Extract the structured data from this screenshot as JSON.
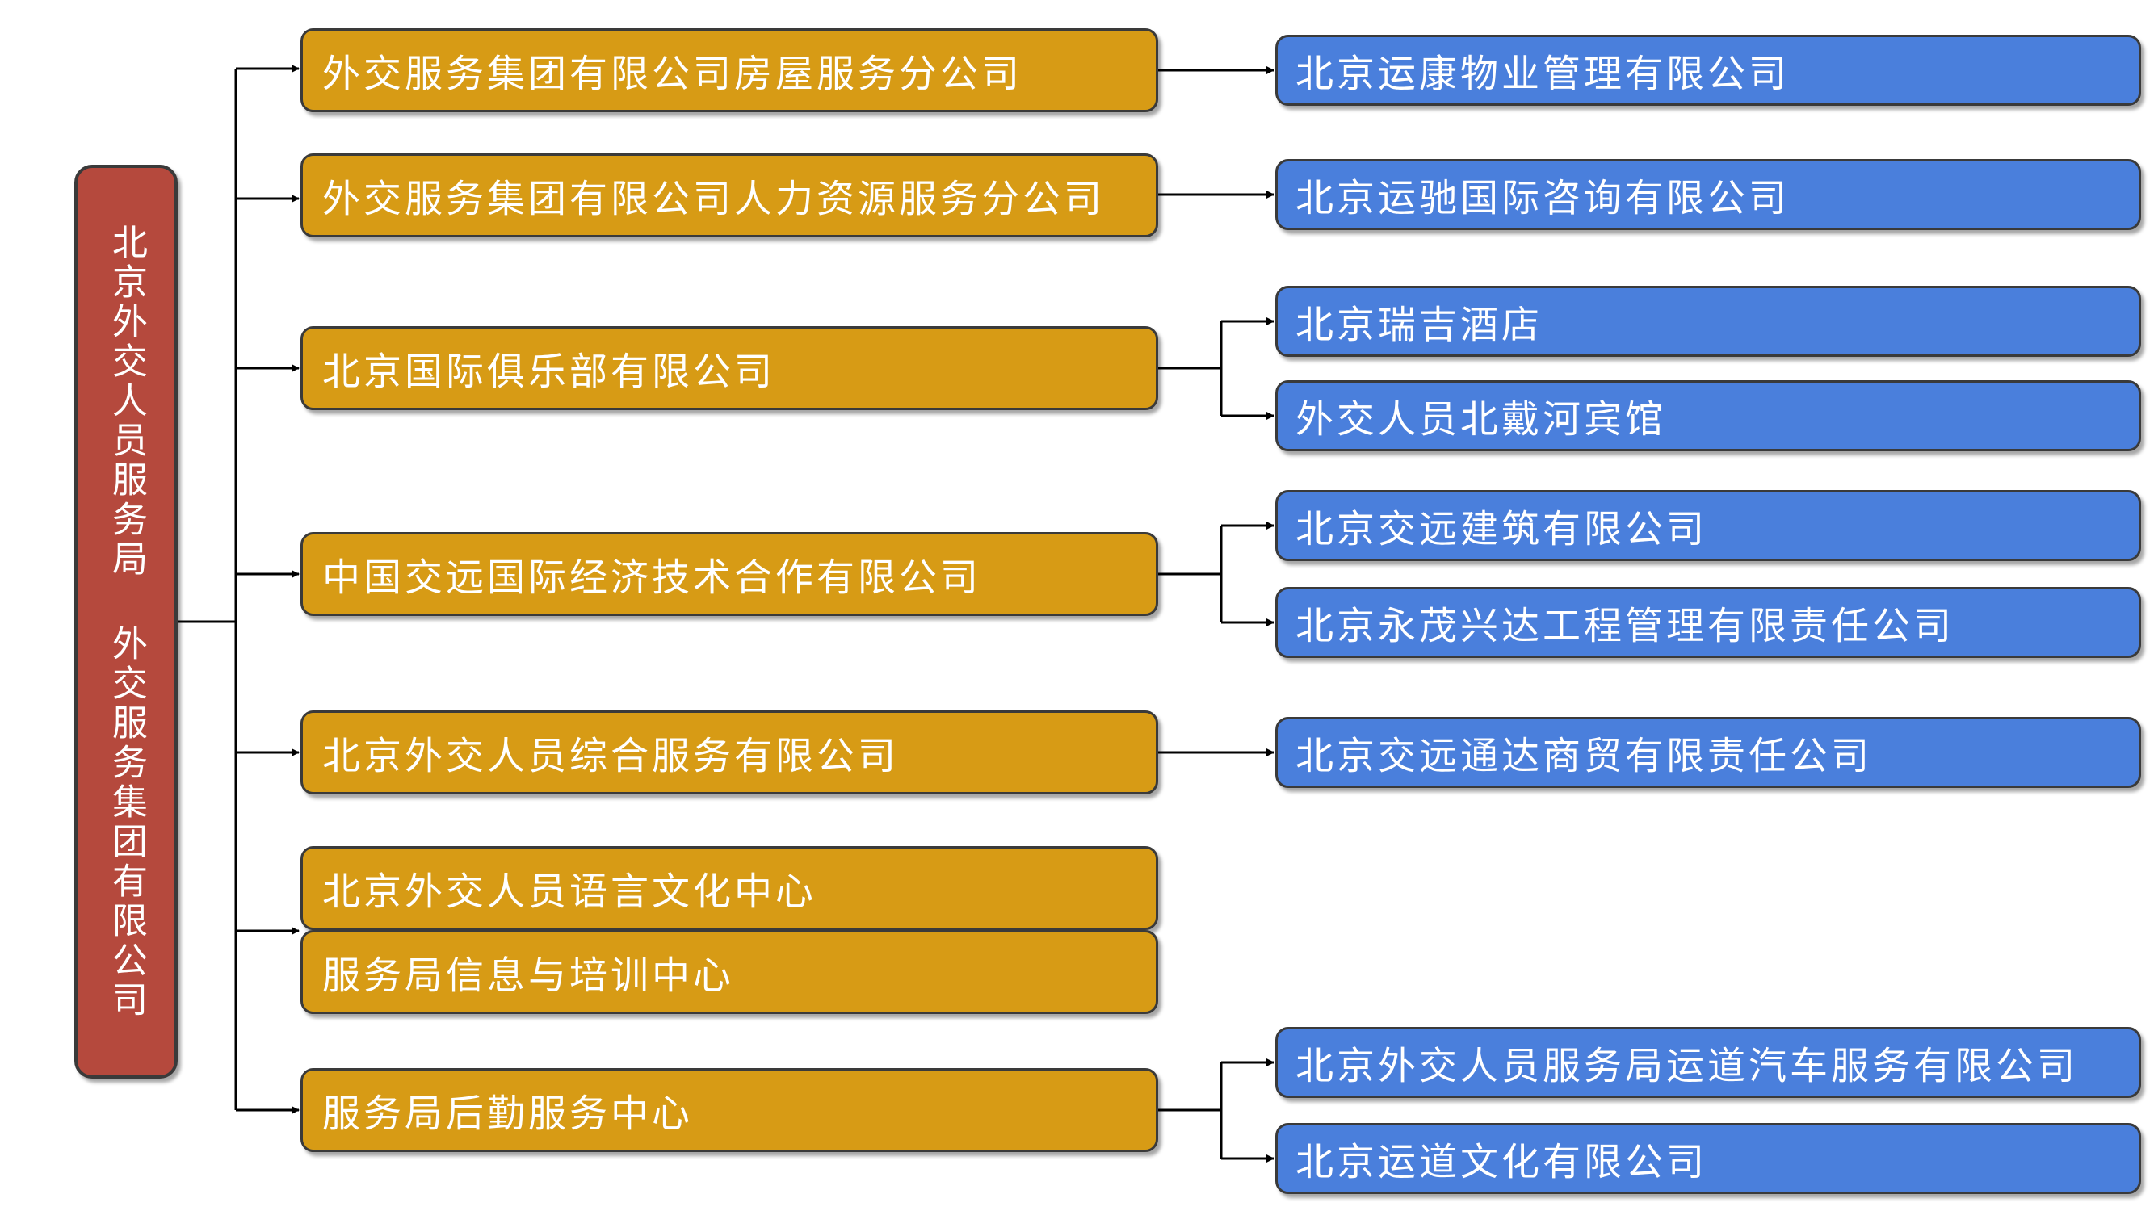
{
  "root": {
    "label": "北京外交人员服务局 外交服务集团有限公司"
  },
  "level1": [
    {
      "label": "外交服务集团有限公司房屋服务分公司"
    },
    {
      "label": "外交服务集团有限公司人力资源服务分公司"
    },
    {
      "label": "北京国际俱乐部有限公司"
    },
    {
      "label": "中国交远国际经济技术合作有限公司"
    },
    {
      "label": "北京外交人员综合服务有限公司"
    },
    {
      "label": "北京外交人员语言文化中心"
    },
    {
      "label": "服务局信息与培训中心"
    },
    {
      "label": "服务局后勤服务中心"
    }
  ],
  "level2": [
    {
      "label": "北京运康物业管理有限公司"
    },
    {
      "label": "北京运驰国际咨询有限公司"
    },
    {
      "label": "北京瑞吉酒店"
    },
    {
      "label": "外交人员北戴河宾馆"
    },
    {
      "label": "北京交远建筑有限公司"
    },
    {
      "label": "北京永茂兴达工程管理有限责任公司"
    },
    {
      "label": "北京交远通达商贸有限责任公司"
    },
    {
      "label": "北京外交人员服务局运道汽车服务有限公司"
    },
    {
      "label": "北京运道文化有限公司"
    }
  ],
  "colors": {
    "root": "#b5493d",
    "level1": "#d79b15",
    "level2": "#4a7fdc",
    "connector": "#000000",
    "text": "#ffffff"
  }
}
